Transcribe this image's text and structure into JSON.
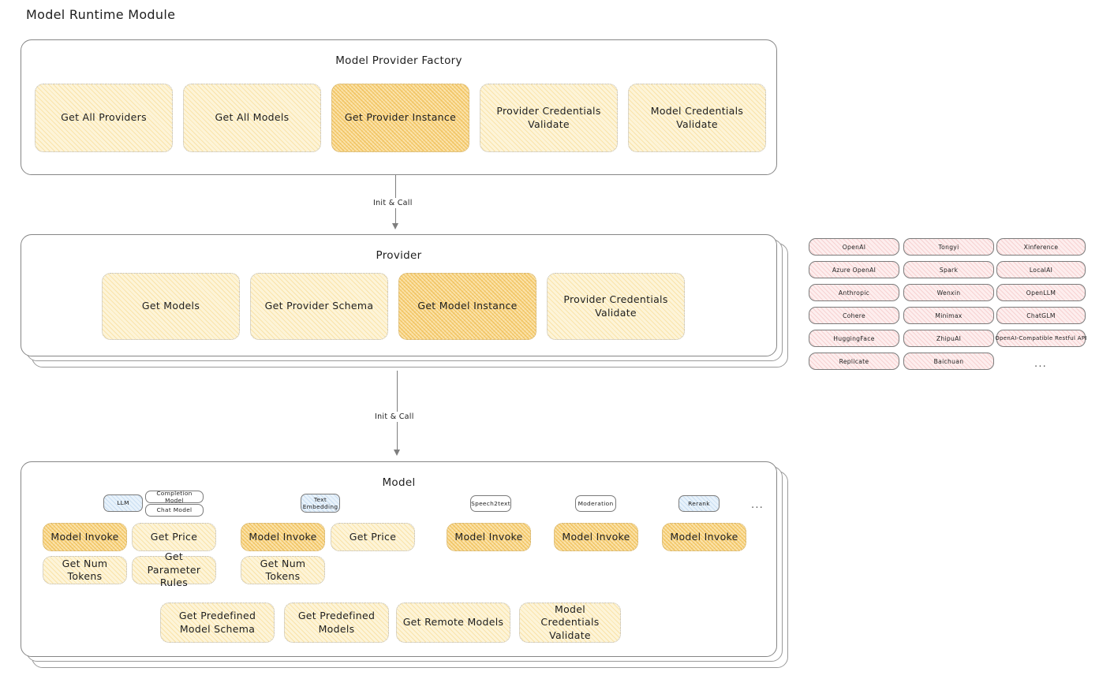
{
  "title": "Model Runtime Module",
  "connectors": [
    {
      "label": "Init & Call"
    },
    {
      "label": "Init & Call"
    }
  ],
  "factory": {
    "title": "Model Provider Factory",
    "items": [
      {
        "label": "Get All Providers",
        "highlighted": false
      },
      {
        "label": "Get All Models",
        "highlighted": false
      },
      {
        "label": "Get Provider Instance",
        "highlighted": true
      },
      {
        "label": "Provider Credentials Validate",
        "highlighted": false
      },
      {
        "label": "Model Credentials Validate",
        "highlighted": false
      }
    ]
  },
  "provider": {
    "title": "Provider",
    "items": [
      {
        "label": "Get Models",
        "highlighted": false
      },
      {
        "label": "Get Provider Schema",
        "highlighted": false
      },
      {
        "label": "Get Model Instance",
        "highlighted": true
      },
      {
        "label": "Provider Credentials Validate",
        "highlighted": false
      }
    ]
  },
  "provider_list": {
    "columns": [
      {
        "items": [
          "OpenAI",
          "Azure OpenAI",
          "Anthropic",
          "Cohere",
          "HuggingFace",
          "Replicate"
        ]
      },
      {
        "items": [
          "Tongyi",
          "Spark",
          "Wenxin",
          "Minimax",
          "ZhipuAI",
          "Baichuan"
        ]
      },
      {
        "items": [
          "Xinference",
          "LocalAI",
          "OpenLLM",
          "ChatGLM",
          "OpenAI-Compatible Restful API"
        ]
      }
    ],
    "more": "..."
  },
  "model": {
    "title": "Model",
    "more": "...",
    "types": [
      {
        "badge": "LLM",
        "badge_style": "blue",
        "sub_badges": [
          "Completion Model",
          "Chat Model"
        ],
        "methods": [
          {
            "label": "Model Invoke",
            "highlighted": true
          },
          {
            "label": "Get Price",
            "highlighted": false
          },
          {
            "label": "Get Num Tokens",
            "highlighted": false
          },
          {
            "label": "Get Parameter Rules",
            "highlighted": false
          }
        ]
      },
      {
        "badge": "Text Embedding",
        "badge_style": "blue",
        "sub_badges": [],
        "methods": [
          {
            "label": "Model Invoke",
            "highlighted": true
          },
          {
            "label": "Get Price",
            "highlighted": false
          },
          {
            "label": "Get Num Tokens",
            "highlighted": false
          }
        ]
      },
      {
        "badge": "Speech2text",
        "badge_style": "white",
        "sub_badges": [],
        "methods": [
          {
            "label": "Model Invoke",
            "highlighted": true
          }
        ]
      },
      {
        "badge": "Moderation",
        "badge_style": "white",
        "sub_badges": [],
        "methods": [
          {
            "label": "Model Invoke",
            "highlighted": true
          }
        ]
      },
      {
        "badge": "Rerank",
        "badge_style": "blue",
        "sub_badges": [],
        "methods": [
          {
            "label": "Model Invoke",
            "highlighted": true
          }
        ]
      }
    ],
    "common_methods": [
      {
        "label": "Get Predefined Model Schema",
        "highlighted": false
      },
      {
        "label": "Get Predefined Models",
        "highlighted": false
      },
      {
        "label": "Get Remote Models",
        "highlighted": false
      },
      {
        "label": "Model Credentials Validate",
        "highlighted": false
      }
    ]
  },
  "colors": {
    "box_fill": "#fdf4d8",
    "box_fill_highlight": "#fbe3ab",
    "chip_pink": "#fdeeee",
    "badge_blue": "#e8f2fb",
    "panel_border": "#868686",
    "text": "#1e1e1e"
  }
}
